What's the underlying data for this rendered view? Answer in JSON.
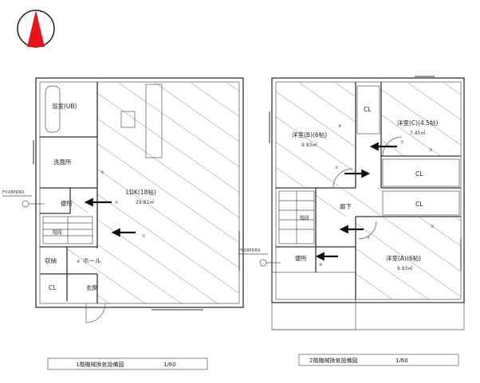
{
  "compass": {
    "icon": "north-arrow-icon",
    "color": "#e8141b"
  },
  "floor1": {
    "rooms": {
      "bath": "浴室(UB)",
      "washroom": "洗面所",
      "ldk_name": "LDK(18帖)",
      "ldk_area": "29.81㎡",
      "toilet": "便所",
      "stairs": "階段",
      "storage": "収納",
      "hall": "ホール",
      "closet": "CL",
      "entrance": "玄関"
    },
    "vent_tag": "FY-08PDR9",
    "caption_title": "1階機械換気設備図",
    "caption_scale": "1/60"
  },
  "floor2": {
    "rooms": {
      "room_b_name": "洋室(B)(6帖)",
      "room_b_area": "9.93㎡",
      "room_c_name": "洋室(C)(4.5帖)",
      "room_c_area": "7.45㎡",
      "room_a_name": "洋室(A)(6帖)",
      "room_a_area": "9.93㎡",
      "closet_top": "CL",
      "closet_mid": "CL",
      "closet_low": "CL",
      "corridor": "廊下",
      "stairs": "階段",
      "toilet": "便所"
    },
    "vent_tag": "FY-08PDR9",
    "caption_title": "2階機械換気設備図",
    "caption_scale": "1/60"
  },
  "markers": [
    "①",
    "②",
    "③",
    "④",
    "⑤"
  ]
}
